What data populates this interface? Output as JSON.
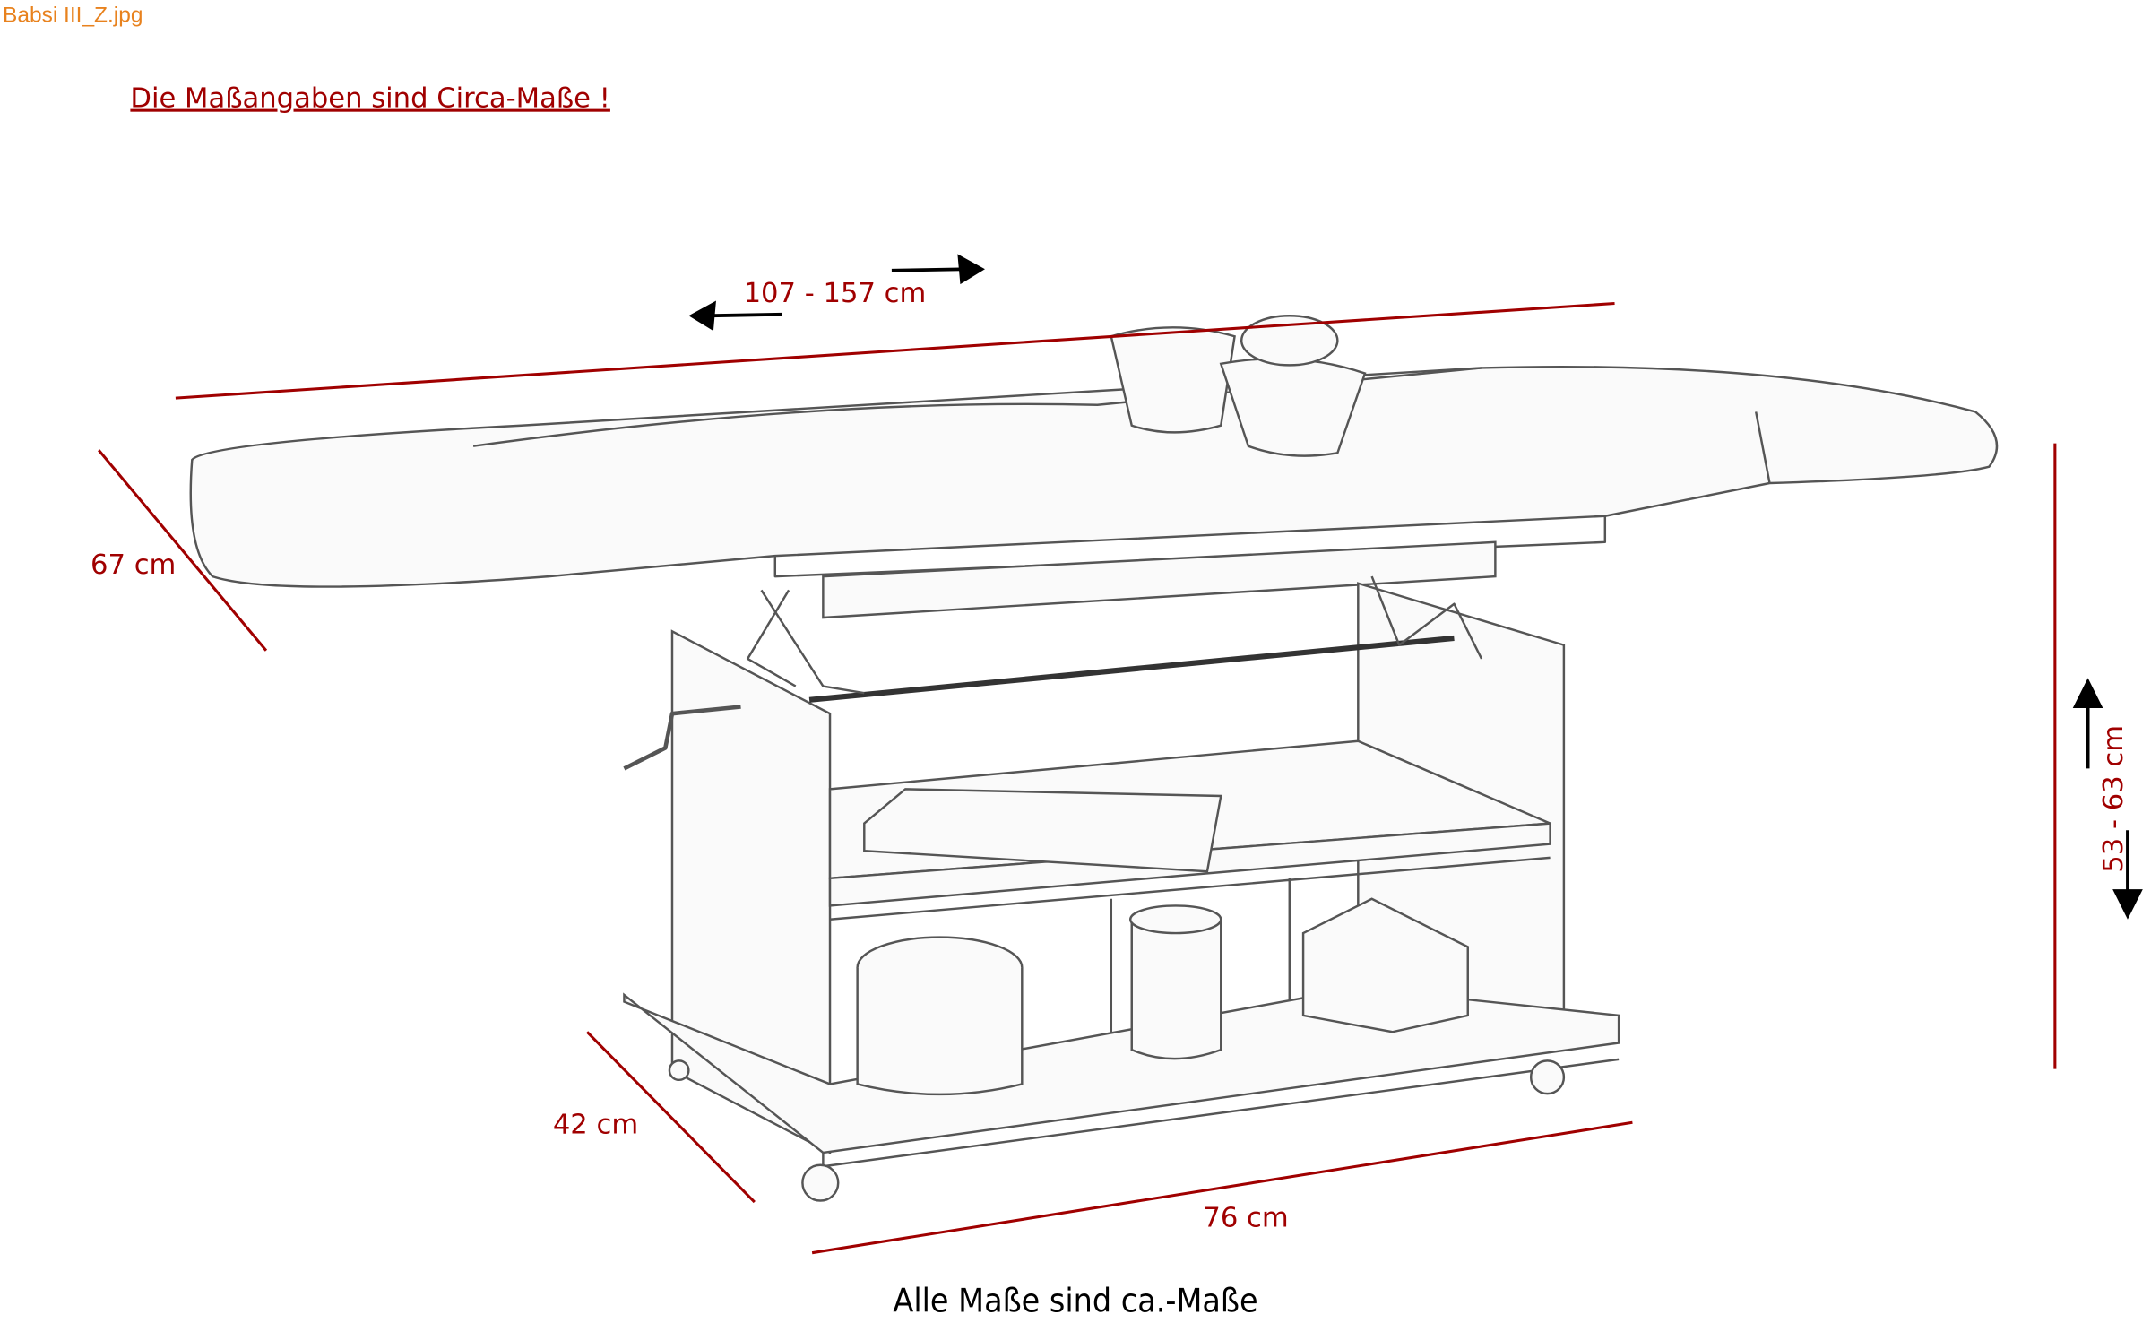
{
  "file_name": "Babsi III_Z.jpg",
  "title": "Die Maßangaben sind Circa-Maße !",
  "dimensions": {
    "length": "107 - 157 cm",
    "depth": "67 cm",
    "height": "53 - 63 cm",
    "base_depth": "42 cm",
    "base_length": "76 cm"
  },
  "caption": "Alle Maße sind ca.-Maße",
  "colors": {
    "file_name": "#e8821e",
    "dimension": "#a00000",
    "caption": "#000000"
  }
}
